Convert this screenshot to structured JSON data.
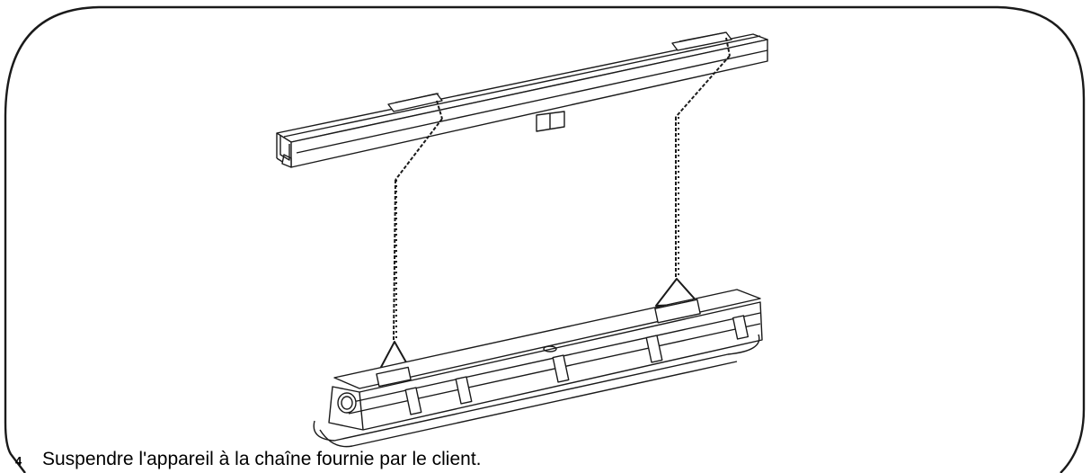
{
  "step": {
    "number": "4",
    "caption": "Suspendre l'appareil à la chaîne fournie par le client."
  },
  "illustration": {
    "subject": "fixture-hanging-from-rail-illustration",
    "line_color": "#1a1a1a"
  }
}
